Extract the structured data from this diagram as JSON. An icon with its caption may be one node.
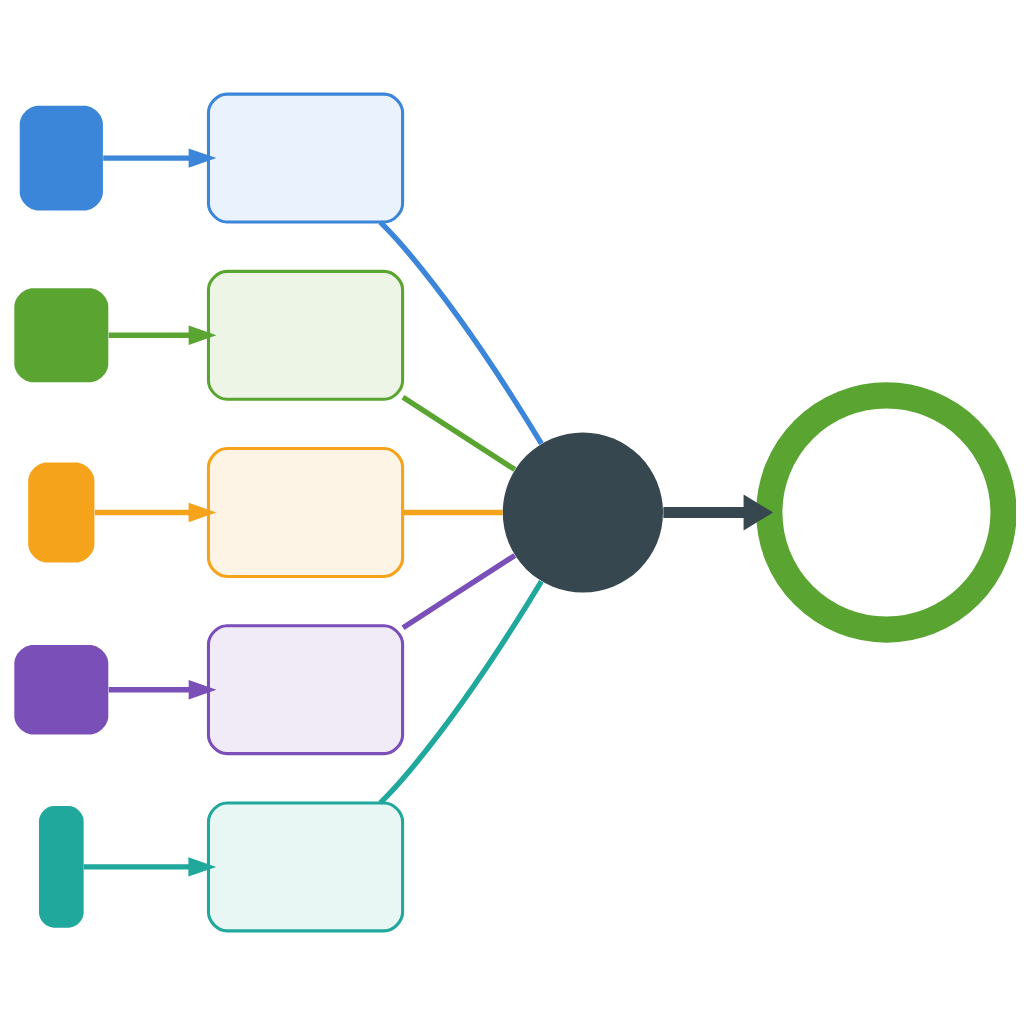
{
  "diagram": {
    "nodes": [
      {
        "text": [],
        "shape": "box"
      },
      {
        "text": [],
        "shape": "box"
      },
      {
        "text": [],
        "shape": "box"
      },
      {
        "text": [],
        "shape": "box"
      },
      {
        "text": [],
        "shape": "box"
      },
      {
        "text": [],
        "shape": "box"
      },
      {
        "text": [],
        "shape": "box"
      },
      {
        "text": [],
        "shape": "box"
      },
      {
        "text": [],
        "shape": "box"
      },
      {
        "text": [],
        "shape": "box"
      },
      {
        "text": [],
        "shape": "circle"
      },
      {
        "text": [],
        "shape": "circle"
      }
    ],
    "edges": [
      {
        "from": 0,
        "to": 1,
        "arrow": "to",
        "color": "#3b86d8"
      },
      {
        "from": 2,
        "to": 3,
        "arrow": "to",
        "color": "#5aa532"
      },
      {
        "from": 4,
        "to": 5,
        "arrow": "to",
        "color": "#f5a31a"
      },
      {
        "from": 6,
        "to": 7,
        "arrow": "to",
        "color": "#7b4fb8"
      },
      {
        "from": 8,
        "to": 9,
        "arrow": "to",
        "color": "#20a89c"
      },
      {
        "from": 1,
        "to": 10,
        "arrow": "none",
        "color": "#3b86d8"
      },
      {
        "from": 3,
        "to": 10,
        "arrow": "none",
        "color": "#5aa532"
      },
      {
        "from": 5,
        "to": 10,
        "arrow": "none",
        "color": "#f5a31a"
      },
      {
        "from": 7,
        "to": 10,
        "arrow": "none",
        "color": "#7b4fb8"
      },
      {
        "from": 9,
        "to": 10,
        "arrow": "none",
        "color": "#20a89c"
      },
      {
        "from": 10,
        "to": 11,
        "arrow": "to",
        "style": "thick",
        "color": "#37474f"
      }
    ]
  }
}
